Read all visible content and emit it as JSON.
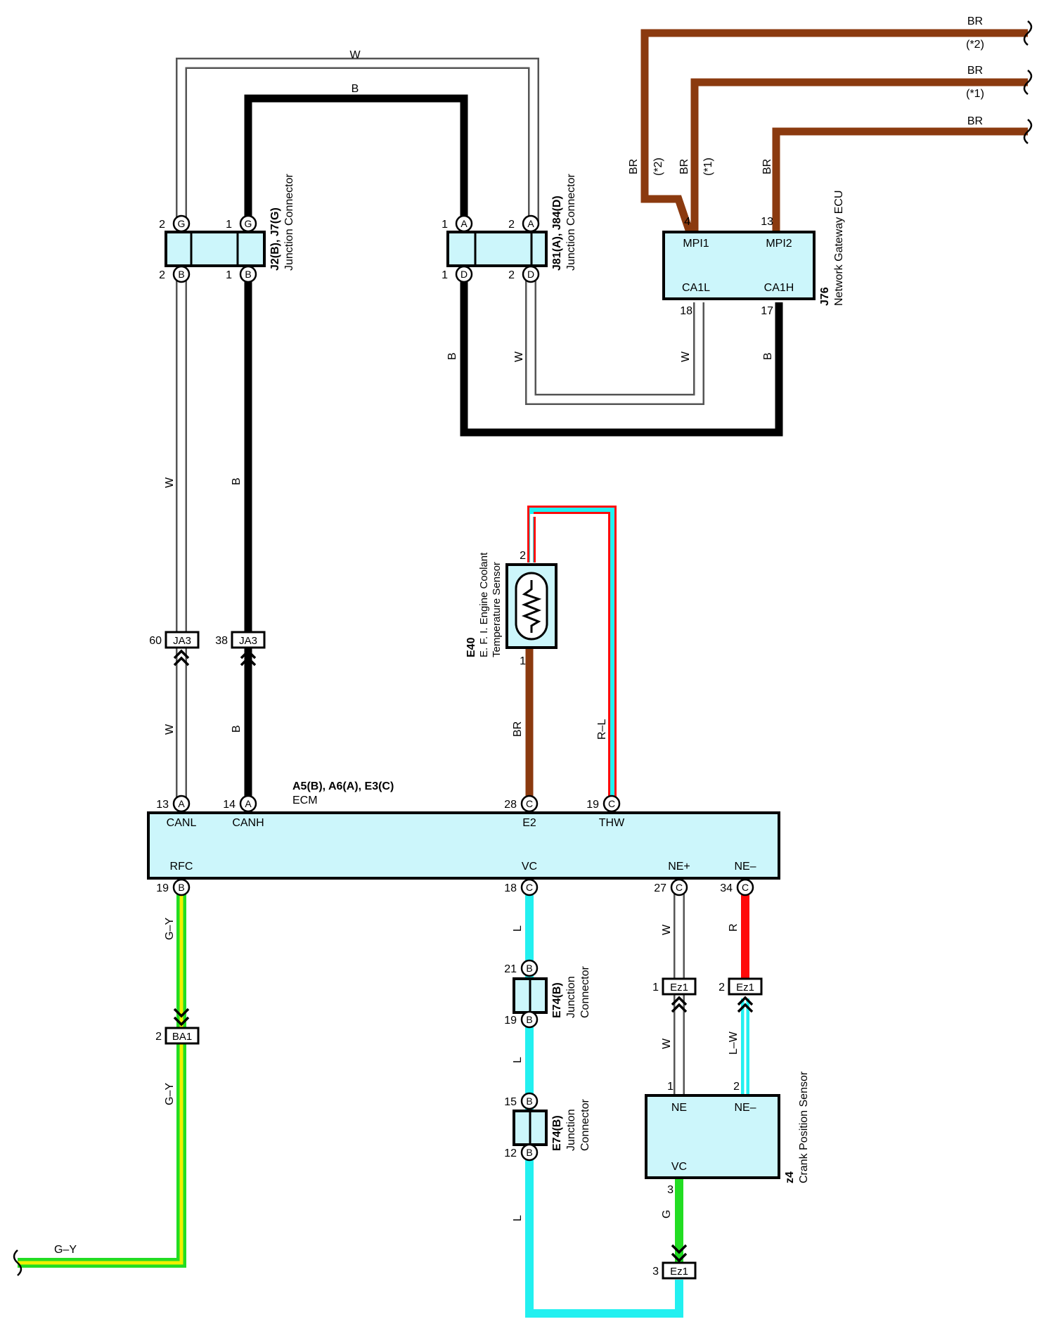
{
  "colors": {
    "br": "#8b3a0f",
    "black": "#000000",
    "white_outline": "#555555",
    "light_blue": "#22f0f0",
    "red": "#ff0a0a",
    "green": "#22dd22",
    "yellow": "#f0f000",
    "box_fill": "#ccf6fb"
  },
  "components": {
    "junction_j2_j7": {
      "code": "J2(B), J7(G)",
      "name": "Junction Connector"
    },
    "junction_j81_j84": {
      "code": "J81(A), J84(D)",
      "name": "Junction Connector"
    },
    "gateway": {
      "code": "J76",
      "name": "Network Gateway ECU",
      "pin_mpi1": "MPI1",
      "pin_mpi2": "MPI2",
      "pin_ca1l": "CA1L",
      "pin_ca1h": "CA1H",
      "num_mpi1": "4",
      "num_mpi2": "13",
      "num_ca1l": "18",
      "num_ca1h": "17"
    },
    "ecm": {
      "code": "A5(B), A6(A), E3(C)",
      "name": "ECM",
      "pin_canl": "CANL",
      "pin_canh": "CANH",
      "pin_e2": "E2",
      "pin_thw": "THW",
      "pin_rfc": "RFC",
      "pin_vc": "VC",
      "pin_nep": "NE+",
      "pin_nem": "NE–",
      "num_canl": "13",
      "num_canh": "14",
      "num_e2": "28",
      "num_thw": "19",
      "num_rfc": "19",
      "num_vc": "18",
      "num_nep": "27",
      "num_nem": "34"
    },
    "coolant": {
      "code": "E40",
      "name1": "E. F. I.  Engine Coolant",
      "name2": "Temperature Sensor",
      "num_top": "2",
      "num_bottom": "1"
    },
    "e74_upper": {
      "code": "E74(B)",
      "name1": "Junction",
      "name2": "Connector",
      "num_top": "21",
      "num_bottom": "19"
    },
    "e74_lower": {
      "code": "E74(B)",
      "name1": "Junction",
      "name2": "Connector",
      "num_top": "15",
      "num_bottom": "12"
    },
    "crank": {
      "code": "z4",
      "name": "Crank Position Sensor",
      "pin_ne": "NE",
      "pin_nem": "NE–",
      "pin_vc": "VC",
      "num_ne": "1",
      "num_nem": "2",
      "num_vc": "3"
    }
  },
  "connectors": {
    "ja3_left": {
      "label": "JA3",
      "pin": "60"
    },
    "ja3_right": {
      "label": "JA3",
      "pin": "38"
    },
    "ba1": {
      "label": "BA1",
      "pin": "2"
    },
    "ez1_1": {
      "label": "Ez1",
      "pin": "1"
    },
    "ez1_2": {
      "label": "Ez1",
      "pin": "2"
    },
    "ez1_3": {
      "label": "Ez1",
      "pin": "3"
    }
  },
  "terminal_letters": {
    "g": "G",
    "b": "B",
    "a": "A",
    "d": "D",
    "c": "C"
  },
  "junction_pins": {
    "j2_left_top": "2",
    "j2_right_top": "1",
    "j2_left_bot": "2",
    "j2_right_bot": "1",
    "j8_left_top": "1",
    "j8_right_top": "2",
    "j8_left_bot": "1",
    "j8_right_bot": "2"
  },
  "wire_labels": {
    "w": "W",
    "b": "B",
    "br": "BR",
    "rl": "R–L",
    "gy": "G–Y",
    "l": "L",
    "r": "R",
    "lw": "L–W",
    "g": "G",
    "note1": "(*1)",
    "note2": "(*2)"
  }
}
